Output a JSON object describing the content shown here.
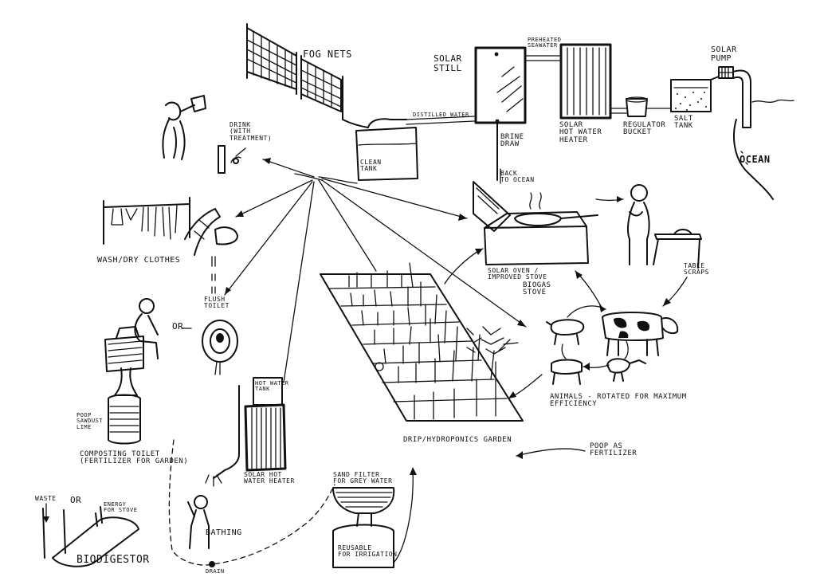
{
  "labels": {
    "fog_nets": "Fog nets",
    "solar_still": "Solar\nstill",
    "preheated_seawater": "Preheated\nseawater",
    "solar_pump": "Solar\npump",
    "distilled_water": "Distilled water",
    "salt_tank": "Salt\ntank",
    "ocean": "Ocean",
    "clean_tank": "Clean\ntank",
    "brine_draw": "Brine\ndraw",
    "back_to_ocean": "Back\nto ocean",
    "solar_hot_water_heater_top": "Solar\nhot water\nheater",
    "regulator_bucket": "Regulator\nbucket",
    "drink": "Drink\n(with\ntreatment)",
    "wash_dry_clothes": "Wash/dry clothes",
    "solar_oven": "Solar oven /\nimproved stove",
    "biogas_stove": "Biogas\nstove",
    "table_scraps": "Table\nscraps",
    "flush_toilet": "Flush\ntoilet",
    "or_1": "or",
    "poop_sawdust_lime": "Poop\nsawdust\nlime",
    "composting_toilet": "Composting toilet\n(fertilizer for garden)",
    "animals": "Animals - rotated for maximum\nefficiency",
    "hot_water_tank": "Hot water\ntank",
    "solar_hot_water_heater_bottom": "Solar hot\nwater heater",
    "drip_garden": "Drip/hydroponics garden",
    "poop_as_fertilizer": "Poop as\nfertilizer",
    "sand_filter": "Sand filter\nfor grey water",
    "bathing": "Bathing",
    "drain": "Drain",
    "reusable_irrigation": "Reusable\nfor irrigation",
    "waste": "Waste",
    "or_2": "or",
    "energy_for_stove": "Energy\nfor stove",
    "biodigestor": "Biodigestor"
  }
}
